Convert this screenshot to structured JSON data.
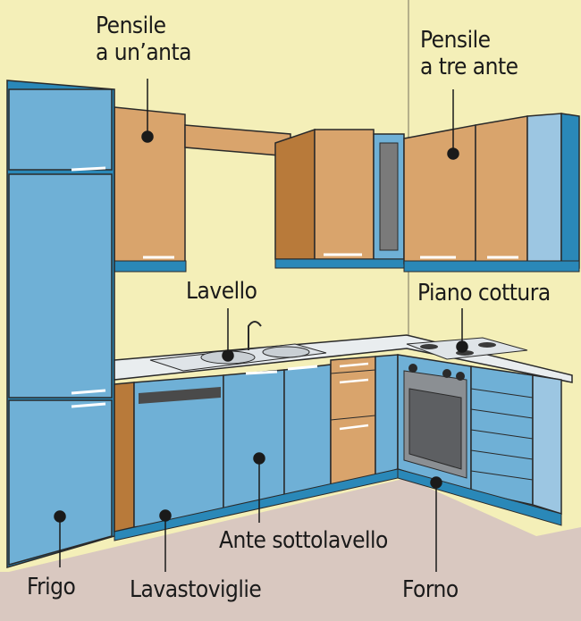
{
  "labels": {
    "pensile_una": {
      "line1": "Pensile",
      "line2": "a un’anta"
    },
    "pensile_tre": {
      "line1": "Pensile",
      "line2": "a tre ante"
    },
    "lavello": "Lavello",
    "piano_cottura": "Piano cottura",
    "ante_sottolavello": "Ante sottolavello",
    "frigo": "Frigo",
    "lavastoviglie": "Lavastoviglie",
    "forno": "Forno"
  },
  "colors": {
    "wall": "#f4efb8",
    "floor": "#d9c8c0",
    "cabinet_blue": "#6fb0d6",
    "cabinet_blue_dark": "#2a88b8",
    "wood": "#d9a46c",
    "wood_dark": "#b87a3a",
    "counter": "#e9edef"
  }
}
